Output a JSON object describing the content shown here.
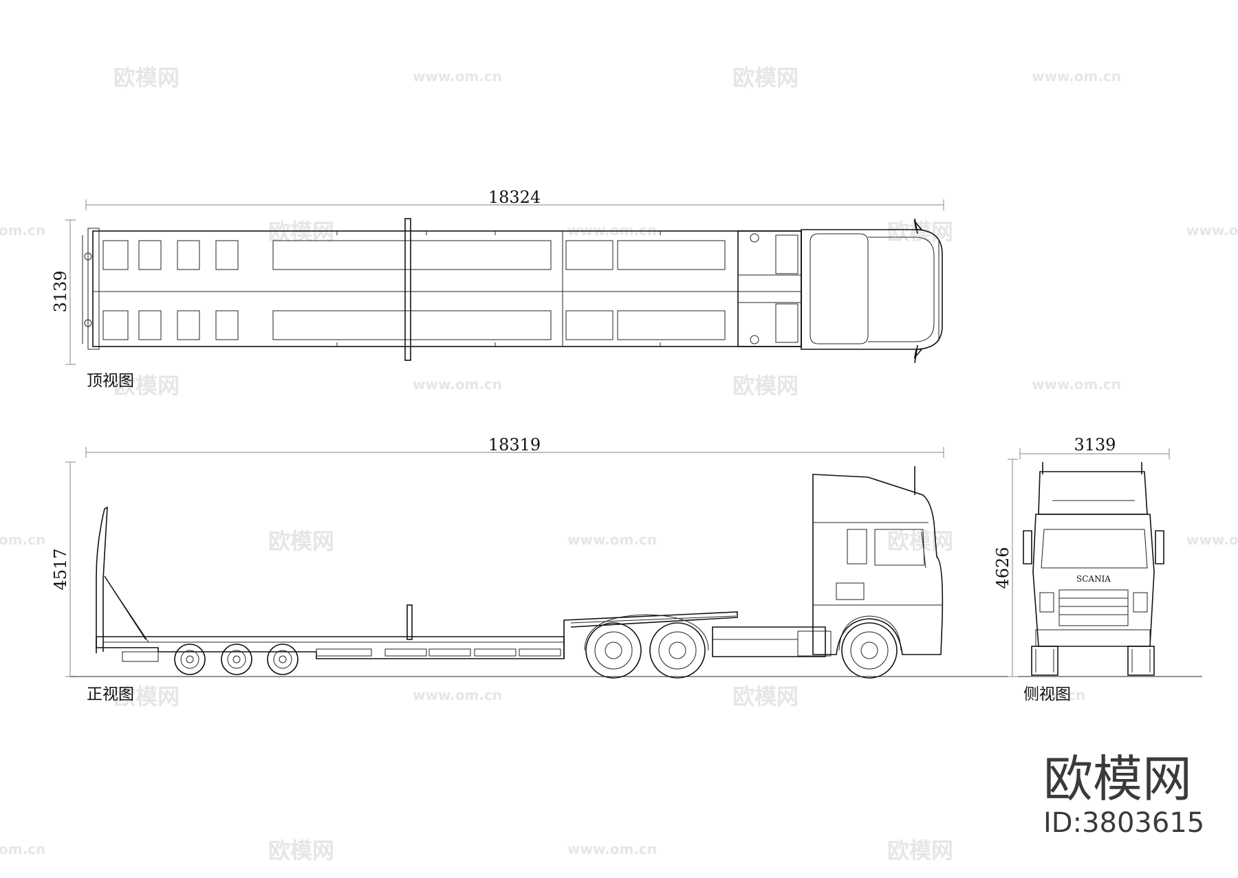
{
  "watermark": {
    "brand_small": "欧模网",
    "site": "www.om.cn",
    "site_partial": "om.cn"
  },
  "top_view": {
    "length_dim": "18324",
    "width_dim": "3139",
    "label": "顶视图"
  },
  "front_view": {
    "length_dim": "18319",
    "height_dim": "4517",
    "label": "正视图"
  },
  "side_view": {
    "width_dim": "3139",
    "height_dim": "4626",
    "label": "侧视图",
    "grille_brand": "SCANIA"
  },
  "branding": {
    "name": "欧模网",
    "id": "ID:3803615"
  }
}
